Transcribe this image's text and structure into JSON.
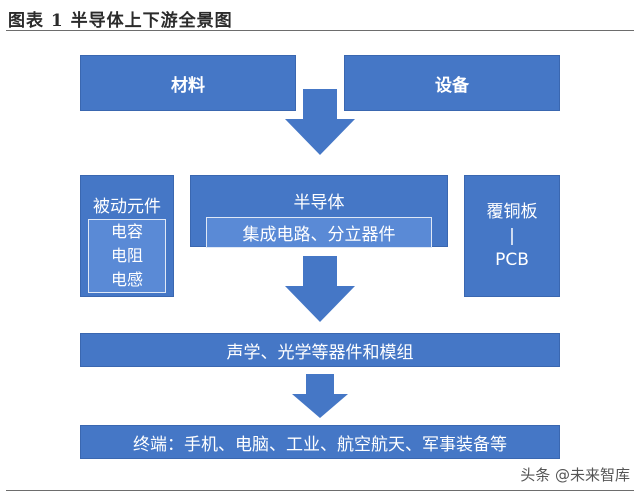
{
  "figure": {
    "title": "图表 1  半导体上下游全景图"
  },
  "upstream": {
    "materials": "材料",
    "equipment": "设备"
  },
  "passive": {
    "title": "被动元件",
    "items": [
      "电容",
      "电阻",
      "电感"
    ]
  },
  "semiconductor": {
    "title": "半导体",
    "sub": "集成电路、分立器件"
  },
  "pcb": {
    "title": "覆铜板",
    "sep": "|",
    "sub": "PCB"
  },
  "modules": {
    "label": "声学、光学等器件和模组"
  },
  "terminal": {
    "label": "终端：手机、电脑、工业、航空航天、军事装备等"
  },
  "watermark": {
    "text": "头条 @未来智库"
  },
  "colors": {
    "block": "#4577c6",
    "inner": "#5a8ad6",
    "arrow": "#4577c6"
  }
}
